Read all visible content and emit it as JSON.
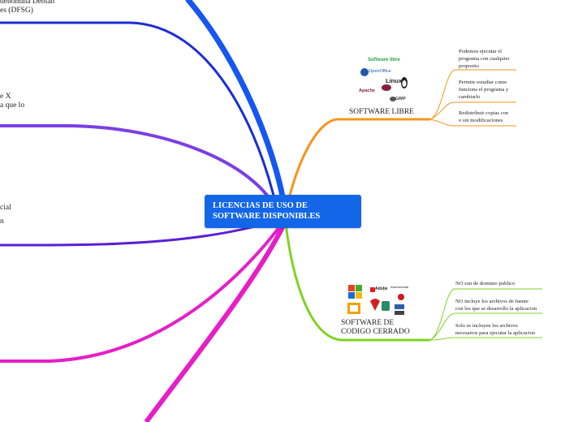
{
  "central_topic": {
    "line1": "LICENCIAS DE USO DE",
    "line2": "SOFTWARE DISPONIBLES",
    "color": "#1466e8"
  },
  "branches": {
    "libre": {
      "label": "SOFTWARE LIBRE",
      "color": "#f7941d",
      "logos": {
        "caption": "Software libre",
        "openoffice": "OpenOffice",
        "linux": "Linux",
        "apache": "Apache",
        "gimp": "GIMP"
      },
      "children": [
        {
          "line1": "Podemos ejecutar el",
          "line2": "programa con cualquier",
          "line3": "proposito"
        },
        {
          "line1": "Permite estudiar como",
          "line2": "funciona el programa y",
          "line3": "cambiarlo"
        },
        {
          "line1": "Redistribuir copias con",
          "line2": "o sin modificaciones"
        }
      ]
    },
    "cerrado": {
      "label_line1": "SOFTWARE DE",
      "label_line2": "CODIGO CERRADO",
      "color": "#7ed321",
      "logos": {
        "adobe": "Adobe",
        "macromedia": "macromedia"
      },
      "children": [
        {
          "line1": "NO son de dominio publico"
        },
        {
          "line1": "NO incluye los archivos de fuente",
          "line2": "con los que se desarrollo la aplicacion"
        },
        {
          "line1": "Solo se incluyen los archivos",
          "line2": "necesarios para ejecutar la aplicacion"
        }
      ]
    }
  },
  "left_fragments": {
    "blue": {
      "line1": "denomina Debian",
      "line2": "es (DFSG)"
    },
    "purple": {
      "line1": "e X",
      "line2": "a que lo"
    },
    "indigo": {
      "line1": "cial",
      "line2": "n"
    }
  },
  "colors": {
    "blue": "#1557f0",
    "purple": "#7b3fe4",
    "indigo": "#5b1fd6",
    "magenta": "#e61ec8",
    "orange": "#f7941d",
    "green": "#7ed321"
  }
}
